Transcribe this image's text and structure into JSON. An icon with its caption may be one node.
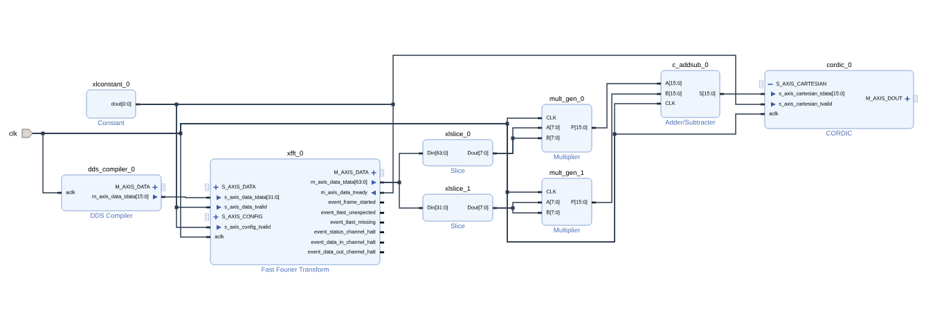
{
  "diagram": {
    "nodes": [
      {
        "text": [
          "xlconstant_0",
          "dout[0:0]",
          "Constant"
        ]
      },
      {
        "text": [],
        "shape": "pentagon",
        "beside": [
          "clk"
        ]
      },
      {
        "text": [
          "dds_compiler_0",
          "M_AXIS_DATA",
          "aclk",
          "m_axis_data_tdata[15:0]",
          "DDS Compiler"
        ]
      },
      {
        "text": [
          "xfft_0",
          "S_AXIS_DATA",
          "s_axis_data_tdata[31:0]",
          "s_axis_data_tvalid",
          "S_AXIS_CONFIG",
          "s_axis_config_tvalid",
          "aclk",
          "M_AXIS_DATA",
          "m_axis_data_tdata[63:0]",
          "m_axis_data_tready",
          "event_frame_started",
          "event_tlast_unexpected",
          "event_tlast_missing",
          "event_status_channel_halt",
          "event_data_in_channel_halt",
          "event_data_out_channel_halt",
          "Fast Fourier Transform"
        ]
      },
      {
        "text": [
          "xlslice_0",
          "Din[63:0]",
          "Dout[7:0]",
          "Slice"
        ]
      },
      {
        "text": [
          "xlslice_1",
          "Din[31:0]",
          "Dout[7:0]",
          "Slice"
        ]
      },
      {
        "text": [
          "mult_gen_0",
          "CLK",
          "A[7:0]",
          "B[7:0]",
          "P[15:0]",
          "Multiplier"
        ]
      },
      {
        "text": [
          "mult_gen_1",
          "CLK",
          "A[7:0]",
          "B[7:0]",
          "P[15:0]",
          "Multiplier"
        ]
      },
      {
        "text": [
          "c_addsub_0",
          "A[15:0]",
          "B[15:0]",
          "CLK",
          "S[15:0]",
          "Adder/Subtracter"
        ]
      },
      {
        "text": [
          "cordic_0",
          "S_AXIS_CARTESIAN",
          "s_axis_cartesian_tdata[15:0]",
          "s_axis_cartesian_tvalid",
          "aclk",
          "M_AXIS_DOUT",
          "CORDIC"
        ]
      }
    ],
    "edges": [
      {
        "from": 1,
        "to": 2,
        "arrow": "none"
      },
      {
        "from": 1,
        "to": 3,
        "arrow": "none"
      },
      {
        "from": 1,
        "to": 6,
        "arrow": "none"
      },
      {
        "from": 1,
        "to": 7,
        "arrow": "none"
      },
      {
        "from": 1,
        "to": 8,
        "arrow": "none"
      },
      {
        "from": 1,
        "to": 9,
        "arrow": "none"
      },
      {
        "from": 0,
        "to": 3,
        "arrow": "none"
      },
      {
        "from": 0,
        "to": 3,
        "arrow": "none"
      },
      {
        "from": 0,
        "to": 3,
        "arrow": "none"
      },
      {
        "from": 0,
        "to": 9,
        "arrow": "none"
      },
      {
        "from": 2,
        "to": 3,
        "arrow": "none"
      },
      {
        "from": 3,
        "to": 4,
        "arrow": "none"
      },
      {
        "from": 3,
        "to": 5,
        "arrow": "none"
      },
      {
        "from": 4,
        "to": 6,
        "arrow": "none"
      },
      {
        "from": 4,
        "to": 6,
        "arrow": "none"
      },
      {
        "from": 5,
        "to": 7,
        "arrow": "none"
      },
      {
        "from": 5,
        "to": 7,
        "arrow": "none"
      },
      {
        "from": 6,
        "to": 8,
        "arrow": "none"
      },
      {
        "from": 7,
        "to": 8,
        "arrow": "none"
      },
      {
        "from": 8,
        "to": 9,
        "arrow": "none"
      }
    ]
  }
}
